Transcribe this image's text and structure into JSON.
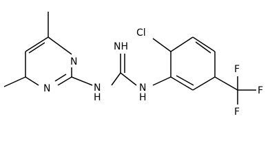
{
  "molecule": {
    "atoms": {
      "n_ring_upper": "N",
      "n_ring_lower": "N",
      "nh_left": "N",
      "nh_left_h": "H",
      "nh_right": "N",
      "nh_right_h": "H",
      "imine": "NH",
      "chlorine": "Cl",
      "fluorine_right": "F",
      "fluorine_top": "F",
      "fluorine_bottom": "F"
    }
  }
}
